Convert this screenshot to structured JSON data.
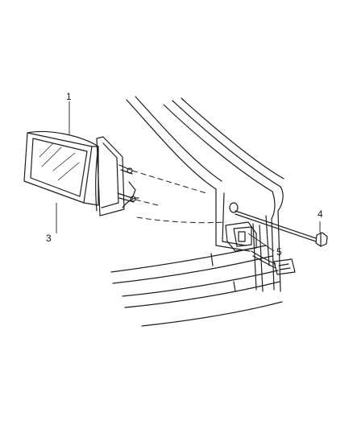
{
  "callouts": [
    {
      "id": "callout-1",
      "text": "1"
    },
    {
      "id": "callout-3",
      "text": "3"
    },
    {
      "id": "callout-4",
      "text": "4"
    },
    {
      "id": "callout-5",
      "text": "5"
    }
  ]
}
